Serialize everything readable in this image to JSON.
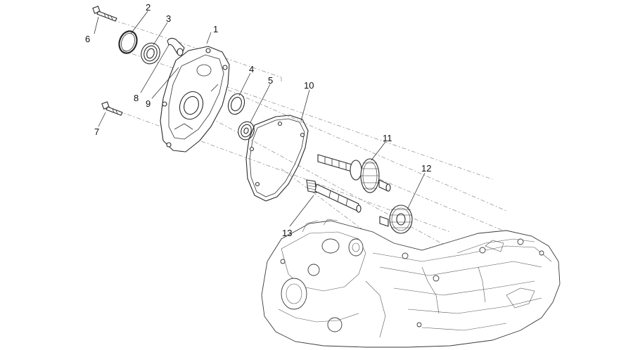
{
  "diagram": {
    "colors": {
      "line": "#2a2a2a",
      "dash": "#8a8a8a",
      "background": "#ffffff"
    },
    "callouts": [
      {
        "id": "1",
        "label": "1"
      },
      {
        "id": "2",
        "label": "2"
      },
      {
        "id": "3",
        "label": "3"
      },
      {
        "id": "4",
        "label": "4"
      },
      {
        "id": "5",
        "label": "5"
      },
      {
        "id": "6",
        "label": "6"
      },
      {
        "id": "7",
        "label": "7"
      },
      {
        "id": "8",
        "label": "8"
      },
      {
        "id": "9",
        "label": "9"
      },
      {
        "id": "10",
        "label": "10"
      },
      {
        "id": "11",
        "label": "11"
      },
      {
        "id": "12",
        "label": "12"
      },
      {
        "id": "13",
        "label": "13"
      }
    ]
  }
}
